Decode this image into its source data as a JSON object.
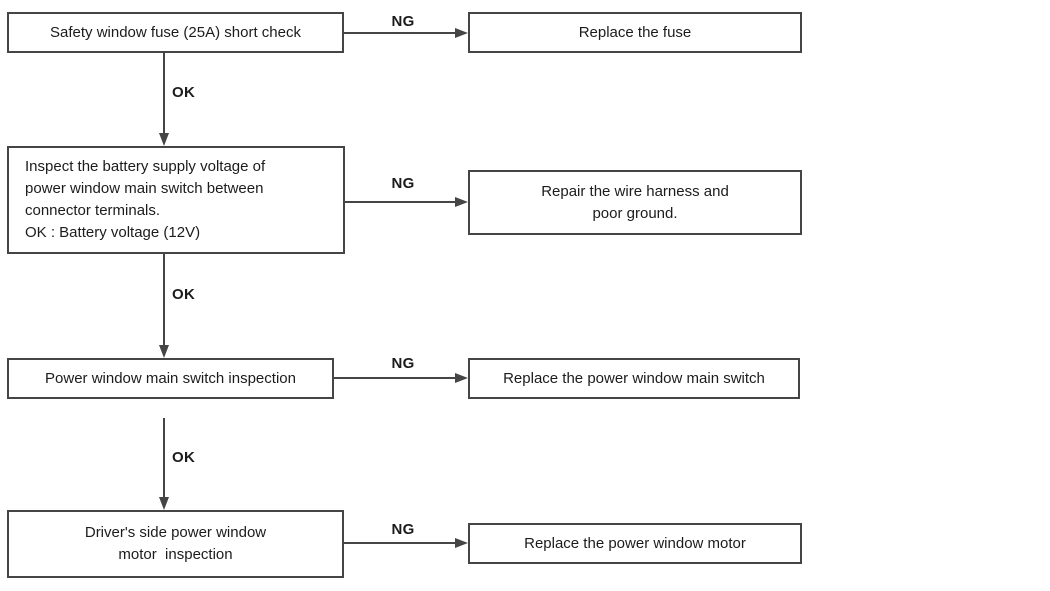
{
  "flowchart": {
    "connector_labels": {
      "pass": "OK",
      "fail": "NG"
    },
    "steps": [
      {
        "check": "Safety window fuse (25A) short check",
        "fail_action": "Replace the fuse"
      },
      {
        "check": "Inspect the battery supply voltage of\npower window main switch between\nconnector terminals.\nOK : Battery voltage (12V)",
        "fail_action": "Repair the wire harness and\npoor ground."
      },
      {
        "check": "Power window main switch inspection",
        "fail_action": "Replace the power window main switch"
      },
      {
        "check": "Driver's side power window\nmotor  inspection",
        "fail_action": "Replace the power window motor"
      }
    ],
    "colors": {
      "line": "#454545",
      "text": "#1c1c1c",
      "background": "#ffffff"
    }
  }
}
